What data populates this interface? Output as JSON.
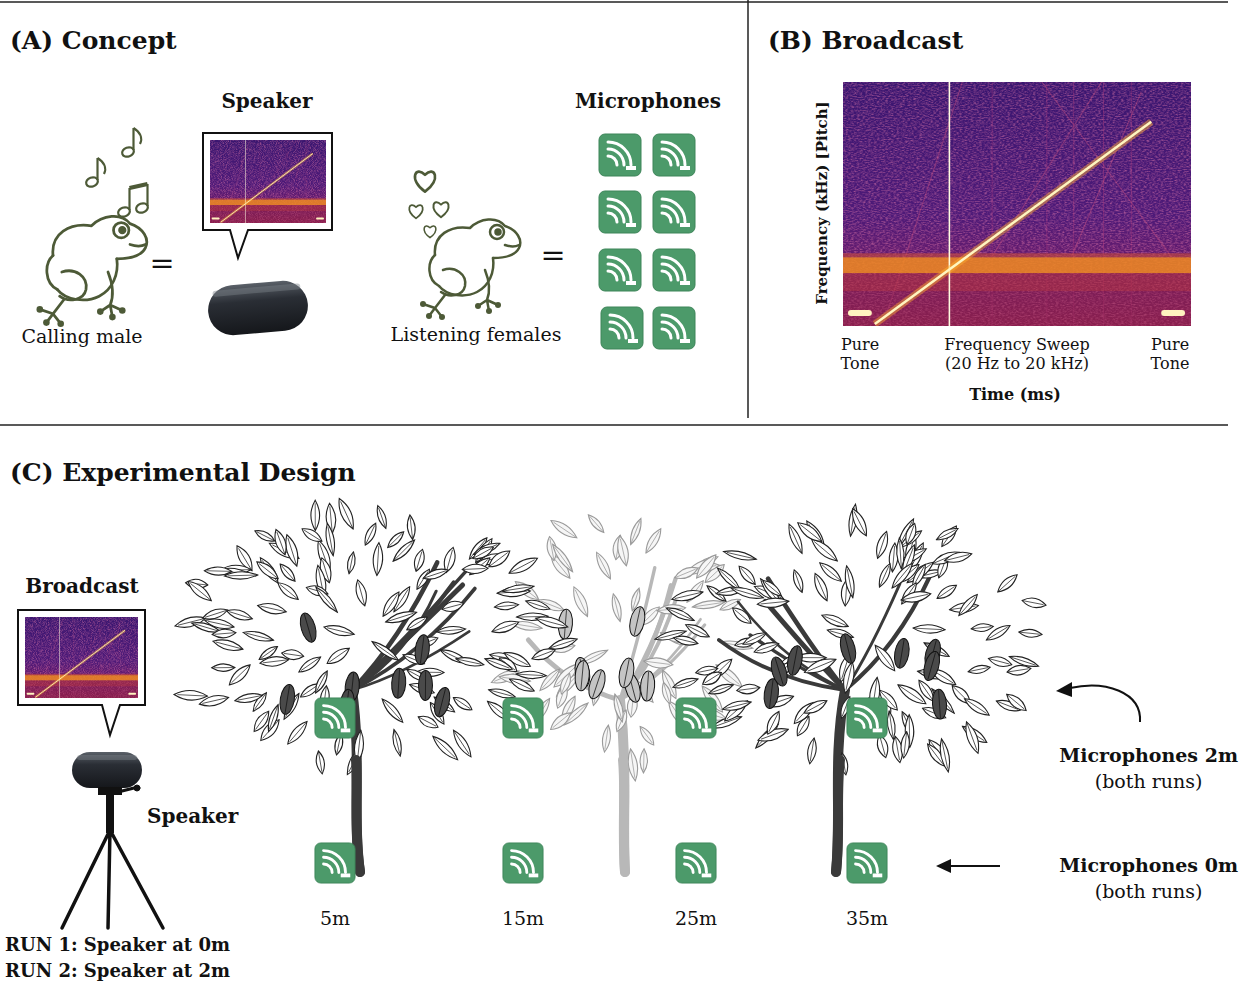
{
  "diagram": {
    "labels": [
      "(A) Concept",
      "Speaker",
      "Microphones",
      "=",
      "Calling male",
      "=",
      "Listening females",
      "(B) Broadcast",
      "Frequency (kHz) [Pitch]",
      "Pure Tone",
      "Frequency Sweep (20 Hz to 20 kHz)",
      "Pure Tone",
      "Time (ms)",
      "(C) Experimental Design",
      "Broadcast",
      "Speaker",
      "Microphones 2m",
      "(both runs)",
      "Microphones 0m",
      "(both runs)",
      "5m",
      "15m",
      "25m",
      "35m",
      "RUN 1: Speaker at 0m",
      "RUN 2: Speaker at 2m"
    ]
  }
}
